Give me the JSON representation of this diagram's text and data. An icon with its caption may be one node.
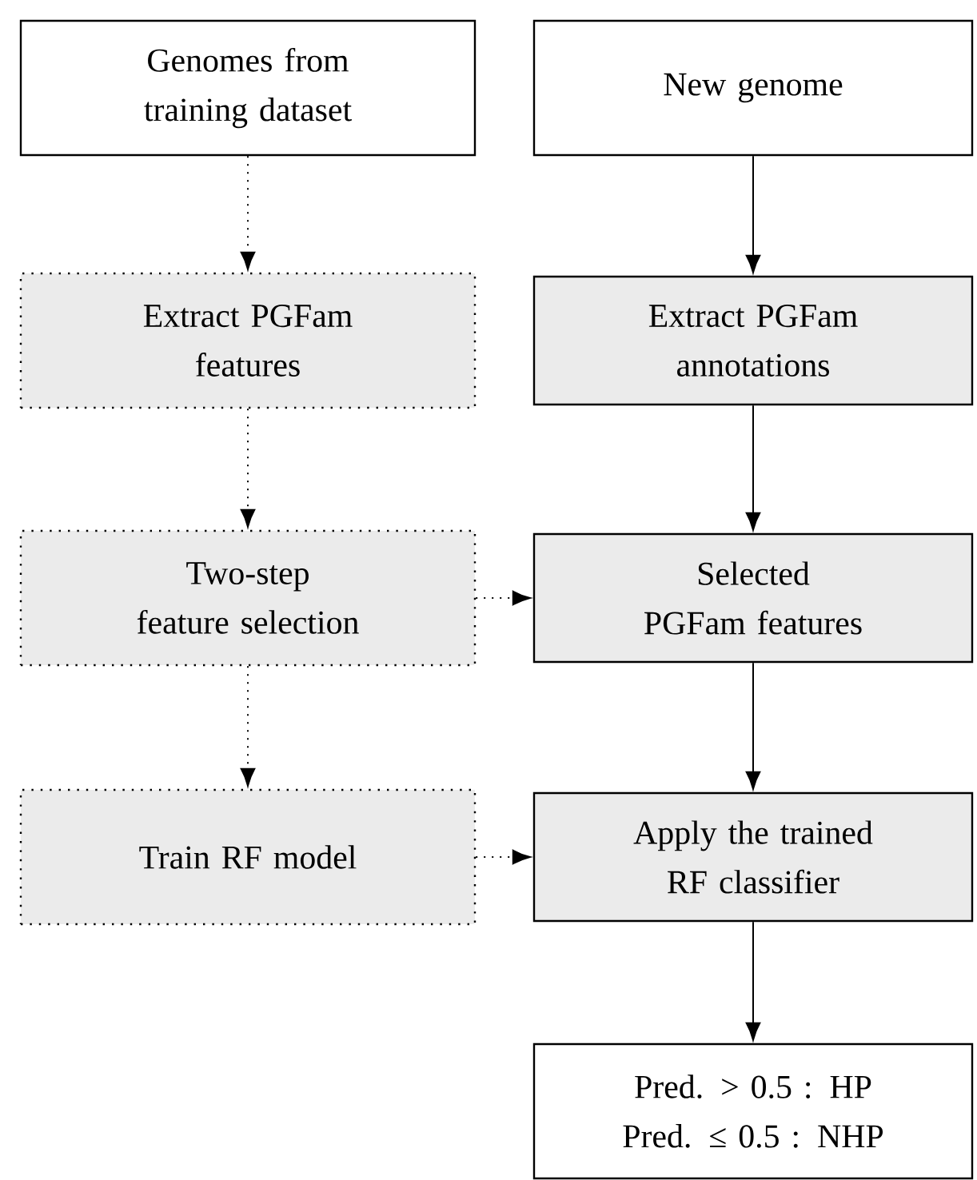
{
  "diagram": {
    "nodes": [
      {
        "text": [
          "Genomes from training dataset"
        ]
      },
      {
        "text": [
          "New genome"
        ]
      },
      {
        "text": [
          "Extract PGFam features"
        ]
      },
      {
        "text": [
          "Extract PGFam annotations"
        ]
      },
      {
        "text": [
          "Two-step feature selection"
        ]
      },
      {
        "text": [
          "Selected PGFam features"
        ]
      },
      {
        "text": [
          "Train RF model"
        ]
      },
      {
        "text": [
          "Apply the trained RF classifier"
        ]
      },
      {
        "text": [
          "Pred. > 0.5 : HP",
          "Pred. ≤ 0.5 : NHP"
        ]
      }
    ],
    "edges": [
      {
        "from": 0,
        "to": 2,
        "arrow": "to",
        "style": "dashed"
      },
      {
        "from": 1,
        "to": 3,
        "arrow": "to"
      },
      {
        "from": 2,
        "to": 4,
        "arrow": "to",
        "style": "dashed"
      },
      {
        "from": 3,
        "to": 5,
        "arrow": "to"
      },
      {
        "from": 4,
        "to": 5,
        "arrow": "to",
        "style": "dashed"
      },
      {
        "from": 4,
        "to": 6,
        "arrow": "to",
        "style": "dashed"
      },
      {
        "from": 5,
        "to": 7,
        "arrow": "to"
      },
      {
        "from": 6,
        "to": 7,
        "arrow": "to",
        "style": "dashed"
      },
      {
        "from": 7,
        "to": 8,
        "arrow": "to"
      }
    ]
  }
}
